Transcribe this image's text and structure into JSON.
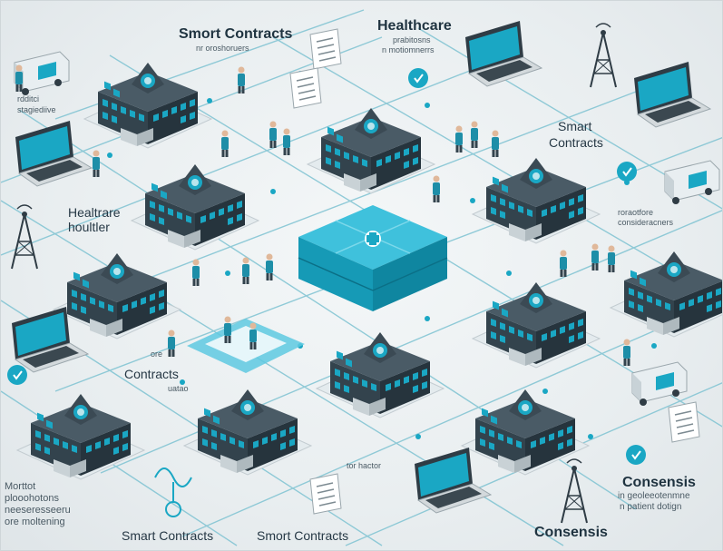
{
  "labels": {
    "top_smart_contracts": "Smort Contracts",
    "top_smart_sub": "nr oroshoruers",
    "healthcare_top": "Healthcare",
    "healthcare_top_sub1": "prabitosns",
    "healthcare_top_sub2": "n motiomnerrs",
    "left_top_1": "rdditci",
    "left_top_2": "stagiediive",
    "smart_contracts_right_1": "Smart",
    "smart_contracts_right_2": "Contracts",
    "healthcare_left_1": "Healtrare",
    "healthcare_left_2": "houltler",
    "right_mid_1": "roraotfore",
    "right_mid_2": "consideracners",
    "contracts_left_1": "ore",
    "contracts_left_2": "Contracts",
    "contracts_left_3": "uatao",
    "center_bottom_small": "tor hactor",
    "bottom_left_1": "Morttot",
    "bottom_left_2": "plooohotons",
    "bottom_left_3": "neeseresseeru",
    "bottom_left_4": "ore moltening",
    "bottom_smart_1": "Smart Contracts",
    "bottom_smart_2": "Smort Contracts",
    "bottom_consensus": "Consensis",
    "consensus_right": "Consensis",
    "consensus_right_sub1": "in geoleeotenmne",
    "consensus_right_sub2": "n patient dotign"
  },
  "colors": {
    "teal": "#1aa7c4",
    "dark": "#2f3c45",
    "window": "#1aa7c4",
    "background": "#eef2f3"
  },
  "icons": [
    "hospital-building-icon",
    "central-blockchain-block-icon",
    "laptop-icon",
    "cell-tower-icon",
    "ambulance-icon",
    "document-icon",
    "doctor-figure-icon",
    "heart-icon"
  ]
}
